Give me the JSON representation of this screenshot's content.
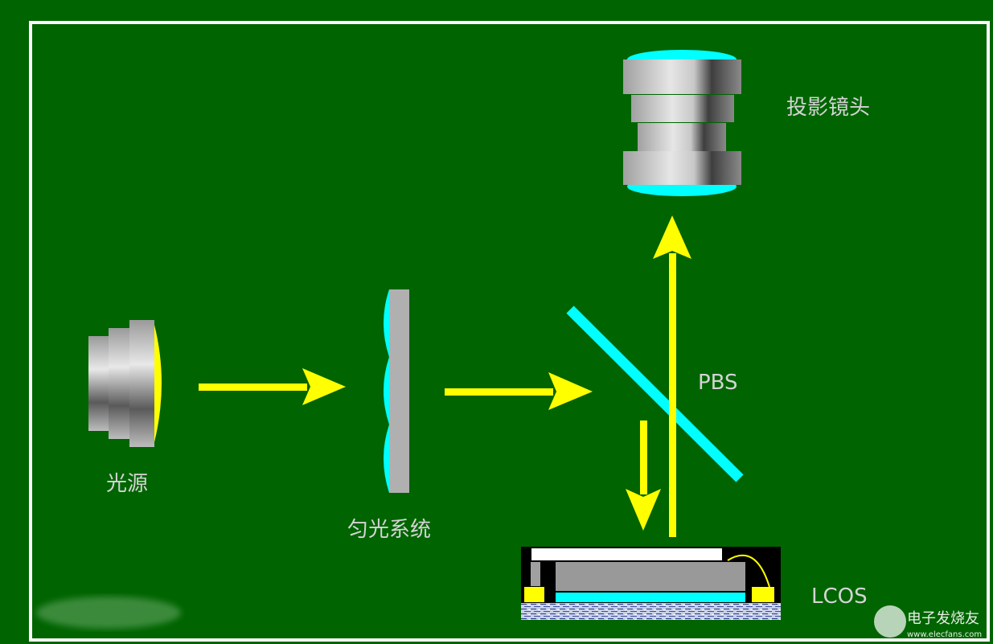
{
  "diagram": {
    "labels": {
      "light_source": "光源",
      "homogenizer": "匀光系统",
      "pbs": "PBS",
      "projection_lens": "投影镜头",
      "lcos": "LCOS"
    },
    "watermark": {
      "brand": "电子发烧友",
      "url": "www.elecfans.com"
    },
    "colors": {
      "background": "#006400",
      "light_beam": "#ffff00",
      "optics": "#00ffff",
      "frame": "#ffffff"
    }
  }
}
